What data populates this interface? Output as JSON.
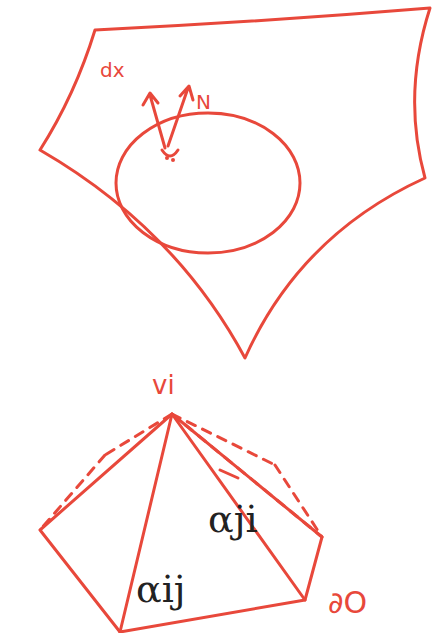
{
  "diagram": {
    "labels": [
      "dx",
      "N",
      "vi",
      "αij",
      "αji",
      "∂O"
    ]
  }
}
